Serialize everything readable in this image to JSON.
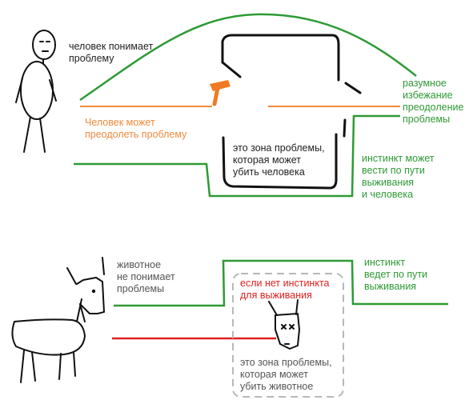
{
  "labels": {
    "human_understands": "человек понимает\nпроблему",
    "human_can_overcome": "Человек может\nпреодолеть проблему",
    "reasonable_avoidance": "разумное\nизбежание\nпреодоление\nпроблемы",
    "problem_zone_human": "это зона проблемы,\nкоторая может\nубить человека",
    "instinct_can_lead": "инстинкт может\nвести по пути\nвыживания\nи человека",
    "animal_not_understands": "животное\nне понимает\nпроблемы",
    "instinct_leads": "инстинкт\nведет по пути\nвыживания",
    "no_instinct": "если нет инстинкта\nдля выживания",
    "problem_zone_animal": "это зона проблемы,\nкоторая может\nубить животное"
  },
  "colors": {
    "green": "#2e9a35",
    "orange": "#f08a3c",
    "red": "#e02020",
    "black": "#111111",
    "gray_dashed": "#b8b8b8"
  }
}
